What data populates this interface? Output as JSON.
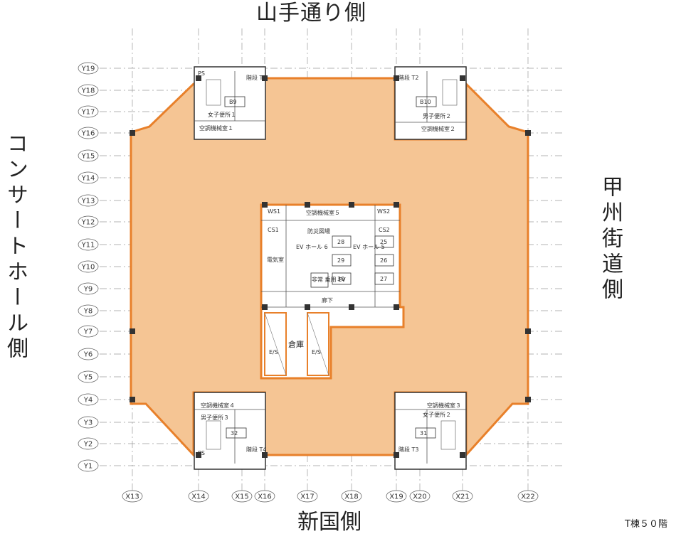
{
  "sides": {
    "top": "山手通り側",
    "bottom": "新国側",
    "left": "コンサートホール側",
    "right": "甲州街道側"
  },
  "caption": "T棟５０階",
  "axes": {
    "y": [
      "Y19",
      "Y18",
      "Y17",
      "Y16",
      "Y15",
      "Y14",
      "Y13",
      "Y12",
      "Y11",
      "Y10",
      "Y9",
      "Y8",
      "Y7",
      "Y6",
      "Y5",
      "Y4",
      "Y3",
      "Y2",
      "Y1"
    ],
    "x": [
      "X13",
      "X14",
      "X15",
      "X16",
      "X17",
      "X18",
      "X19",
      "X20",
      "X21",
      "X22"
    ]
  },
  "rooms": {
    "core_ws1": "WS1",
    "core_ws2": "WS2",
    "cs1": "CS1",
    "cs2": "CS2",
    "ahu5": "空調機械室５",
    "fire": "防災図場",
    "elec": "電気室",
    "ev_hall_6": "EV ホール 6",
    "ev_hall_5": "EV ホール 5",
    "lift_28": "28",
    "lift_29": "29",
    "lift_30": "30",
    "lift_25": "25",
    "lift_26": "26",
    "lift_27": "27",
    "freight_ev": "非常 乗用 EV",
    "corridor": "廊下",
    "warehouse": "倉庫",
    "es_left": "E/S",
    "es_right": "E/S",
    "ahu1": "空調機械室１",
    "ahu2": "空調機械室２",
    "ahu3": "空調機械室３",
    "ahu4": "空調機械室４",
    "stair_t1": "階段 T1",
    "stair_t2": "階段 T2",
    "stair_t3": "階段 T3",
    "stair_t4": "階段 T4",
    "wc_f1": "女子便所１",
    "wc_m2": "男子便所２",
    "wc_f2": "女子便所２",
    "wc_m3": "男子便所３",
    "lift_b9": "B9",
    "lift_b10": "B10",
    "lift_31": "31",
    "lift_32": "32",
    "ps": "PS"
  },
  "colors": {
    "floor": "#f5c594",
    "outline": "#e8802a",
    "wall": "#333333",
    "grid": "#9a9a9a"
  }
}
